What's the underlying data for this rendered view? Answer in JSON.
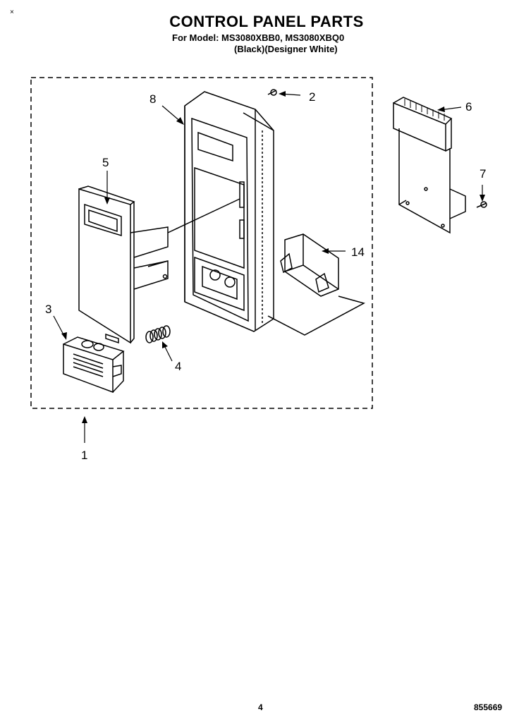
{
  "header": {
    "corner_mark": "×",
    "title": "CONTROL PANEL PARTS",
    "model_line": "For Model: MS3080XBB0, MS3080XBQ0",
    "color_line": "(Black)(Designer White)"
  },
  "callouts": {
    "c1": "1",
    "c2": "2",
    "c3": "3",
    "c4": "4",
    "c5": "5",
    "c6": "6",
    "c7": "7",
    "c8": "8",
    "c14": "14"
  },
  "footer": {
    "page_number": "4",
    "doc_code": "855669"
  }
}
